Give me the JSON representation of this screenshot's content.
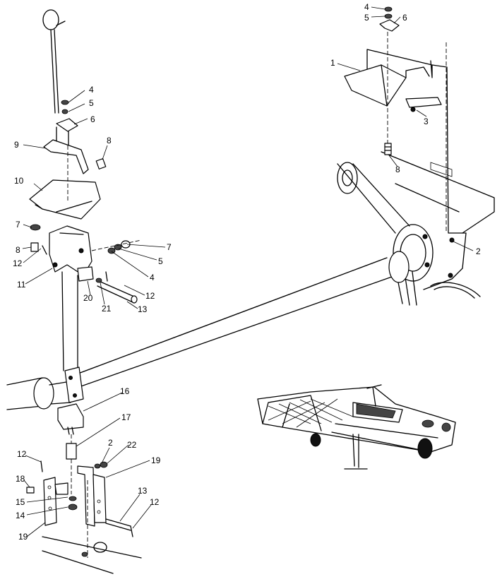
{
  "diagram": {
    "callouts": [
      "1",
      "2",
      "3",
      "4",
      "5",
      "6",
      "7",
      "8",
      "9",
      "10",
      "11",
      "12",
      "13",
      "14",
      "15",
      "16",
      "17",
      "18",
      "19",
      "20",
      "21",
      "22"
    ],
    "labels": {
      "tr4": "4",
      "tr5": "5",
      "tr6": "6",
      "tr1": "1",
      "tr3": "3",
      "tr8": "8",
      "tr2": "2",
      "l4": "4",
      "l5": "5",
      "l6": "6",
      "l9": "9",
      "l8a": "8",
      "l10": "10",
      "l7a": "7",
      "l8b": "8",
      "l12a": "12",
      "l11": "11",
      "r7": "7",
      "r5": "5",
      "r4": "4",
      "r12": "12",
      "r13": "13",
      "l20": "20",
      "l21": "21",
      "l16": "16",
      "l17": "17",
      "l2b": "2",
      "l22": "22",
      "l19a": "19",
      "b12": "12",
      "b18": "18",
      "b15": "15",
      "b14": "14",
      "b19": "19",
      "b13": "13",
      "b12r": "12"
    }
  },
  "colors": {
    "ink": "#000000",
    "paper": "#ffffff",
    "shade": "#444444"
  }
}
